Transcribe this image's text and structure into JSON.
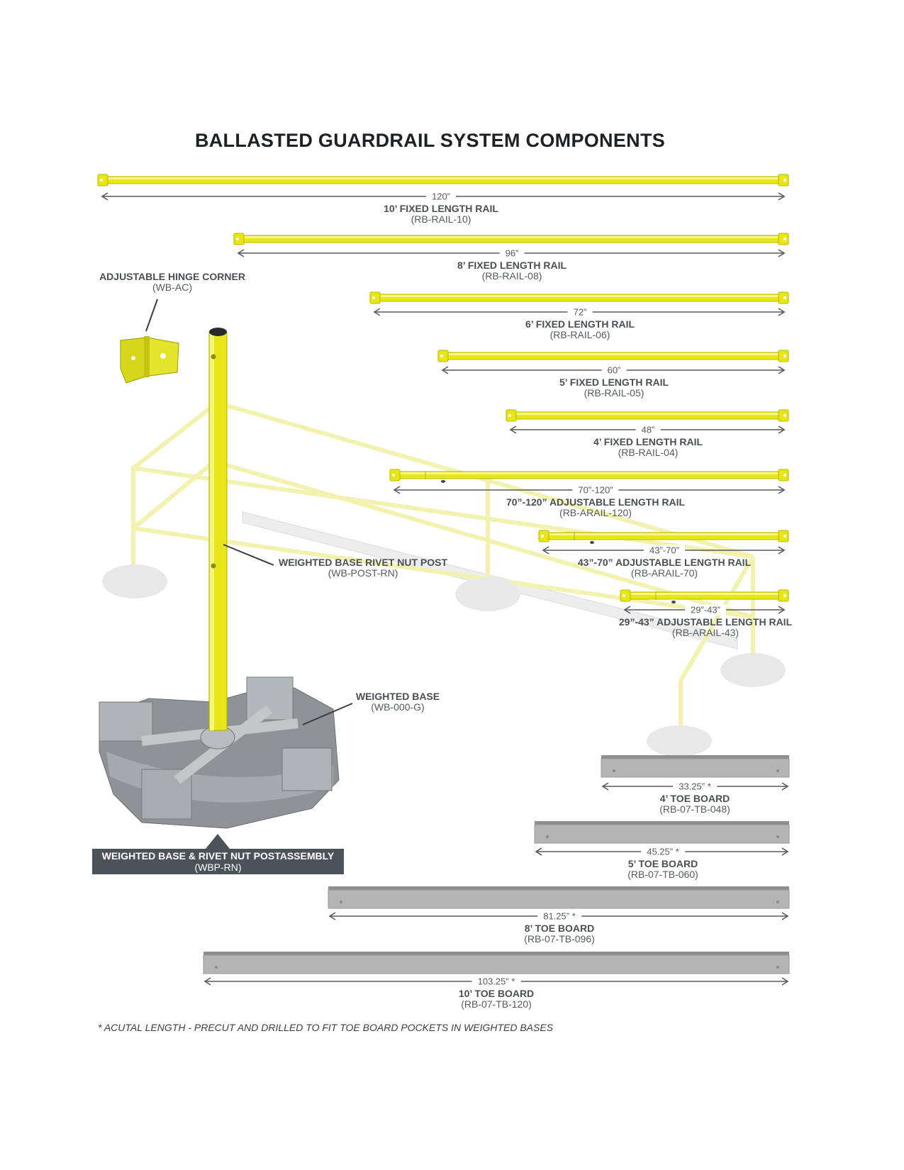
{
  "title": "BALLASTED GUARDRAIL SYSTEM COMPONENTS",
  "rails": [
    {
      "dimension": "120”",
      "name": "10’ FIXED LENGTH RAIL",
      "code": "(RB-RAIL-10)",
      "adjustable": false
    },
    {
      "dimension": "96”",
      "name": "8’ FIXED LENGTH RAIL",
      "code": "(RB-RAIL-08)",
      "adjustable": false
    },
    {
      "dimension": "72”",
      "name": "6’ FIXED LENGTH RAIL",
      "code": "(RB-RAIL-06)",
      "adjustable": false
    },
    {
      "dimension": "60”",
      "name": "5’ FIXED LENGTH RAIL",
      "code": "(RB-RAIL-05)",
      "adjustable": false
    },
    {
      "dimension": "48”",
      "name": "4’ FIXED LENGTH RAIL",
      "code": "(RB-RAIL-04)",
      "adjustable": false
    },
    {
      "dimension": "70”-120”",
      "name": "70”-120” ADJUSTABLE LENGTH RAIL",
      "code": "(RB-ARAIL-120)",
      "adjustable": true
    },
    {
      "dimension": "43”-70”",
      "name": "43”-70” ADJUSTABLE LENGTH RAIL",
      "code": "(RB-ARAIL-70)",
      "adjustable": true
    },
    {
      "dimension": "29”-43”",
      "name": "29”-43” ADJUSTABLE LENGTH RAIL",
      "code": "(RB-ARAIL-43)",
      "adjustable": true
    }
  ],
  "toe_boards": [
    {
      "dimension": "33.25” *",
      "name": "4’ TOE BOARD",
      "code": "(RB-07-TB-048)"
    },
    {
      "dimension": "45.25” *",
      "name": "5’ TOE BOARD",
      "code": "(RB-07-TB-060)"
    },
    {
      "dimension": "81.25” *",
      "name": "8’ TOE BOARD",
      "code": "(RB-07-TB-096)"
    },
    {
      "dimension": "103.25” *",
      "name": "10’ TOE BOARD",
      "code": "(RB-07-TB-120)"
    }
  ],
  "hinge_corner": {
    "name": "ADJUSTABLE HINGE CORNER",
    "code": "(WB-AC)"
  },
  "post": {
    "name": "WEIGHTED BASE RIVET NUT POST",
    "code": "(WB-POST-RN)"
  },
  "base": {
    "name": "WEIGHTED BASE",
    "code": "(WB-000-G)"
  },
  "assembly": {
    "name": "WEIGHTED BASE & RIVET NUT POSTASSEMBLY",
    "code": "(WBP-RN)"
  },
  "footnote": "* ACUTAL LENGTH - PRECUT AND DRILLED TO FIT TOE BOARD POCKETS IN WEIGHTED BASES",
  "colors": {
    "rail": "#e6e619",
    "rail_dark": "#b8b800",
    "faint_rail": "#f3f3a8",
    "toe_board": "#b4b4b4",
    "label_box": "#4b5259",
    "arrow": "#555a60"
  }
}
